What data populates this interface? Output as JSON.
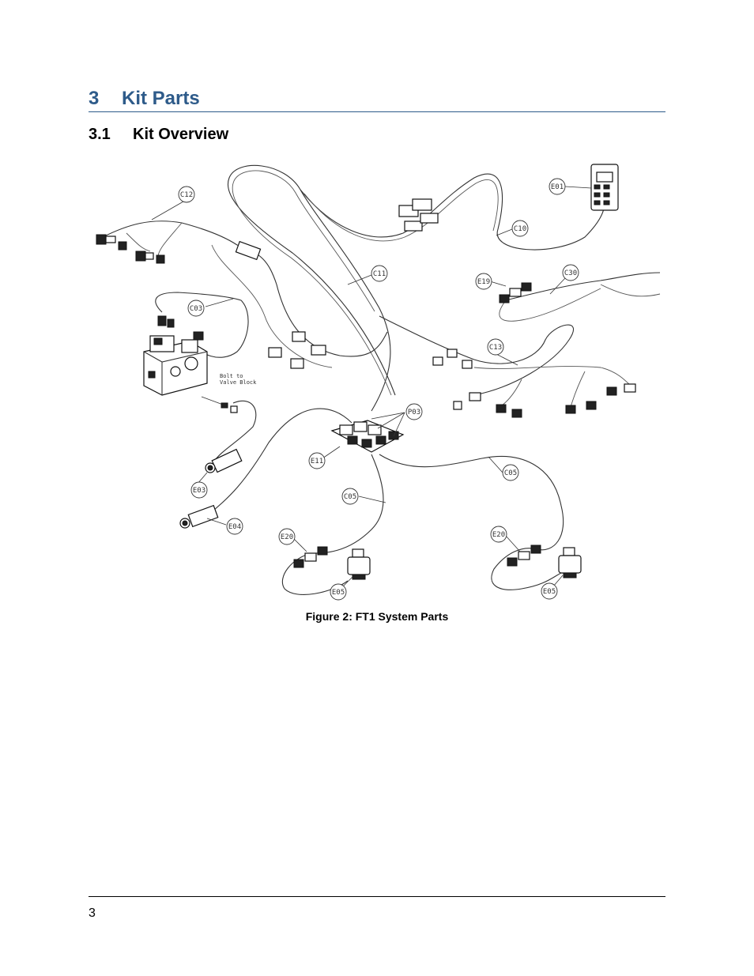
{
  "heading": {
    "number": "3",
    "title": "Kit Parts"
  },
  "subheading": {
    "number": "3.1",
    "title": "Kit Overview"
  },
  "figure": {
    "caption": "Figure 2: FT1 System Parts",
    "callouts": {
      "c12": "C12",
      "e01": "E01",
      "c10": "C10",
      "c11": "C11",
      "c03": "C03",
      "e19": "E19",
      "c30": "C30",
      "c13": "C13",
      "p03": "P03",
      "e11": "E11",
      "e03": "E03",
      "c05a": "C05",
      "c05b": "C05",
      "e04": "E04",
      "e20a": "E20",
      "e20b": "E20",
      "e05a": "E05",
      "e05b": "E05"
    },
    "note_line1": "Bolt to",
    "note_line2": "Valve Block"
  },
  "footer": {
    "page_number": "3"
  }
}
